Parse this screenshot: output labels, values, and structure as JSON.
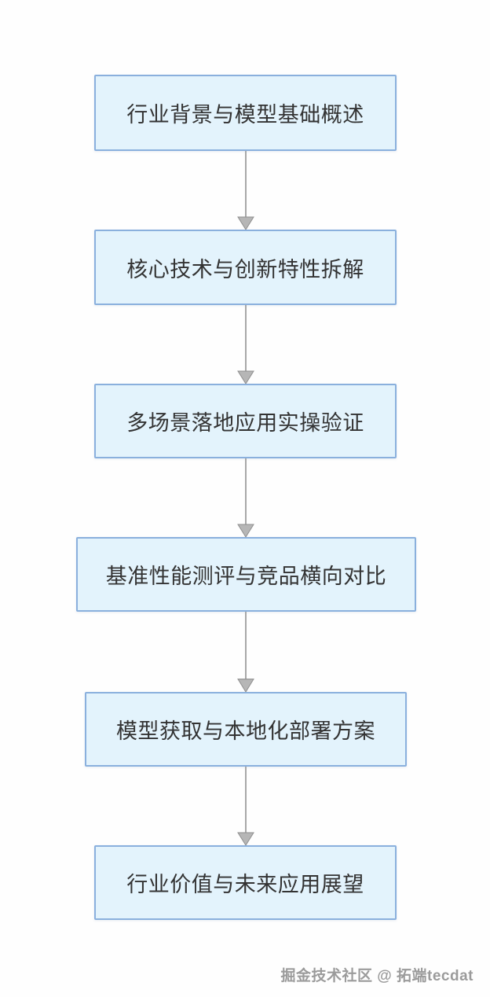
{
  "diagram": {
    "type": "flowchart",
    "direction": "top-down",
    "steps": [
      {
        "label": "行业背景与模型基础概述"
      },
      {
        "label": "核心技术与创新特性拆解"
      },
      {
        "label": "多场景落地应用实操验证"
      },
      {
        "label": "基准性能测评与竞品横向对比"
      },
      {
        "label": "模型获取与本地化部署方案"
      },
      {
        "label": "行业价值与未来应用展望"
      }
    ],
    "connectors": [
      {
        "from": 1,
        "to": 2,
        "style": "arrow-down"
      },
      {
        "from": 2,
        "to": 3,
        "style": "arrow-down"
      },
      {
        "from": 3,
        "to": 4,
        "style": "arrow-down"
      },
      {
        "from": 4,
        "to": 5,
        "style": "arrow-down"
      },
      {
        "from": 5,
        "to": 6,
        "style": "arrow-down"
      }
    ],
    "colors": {
      "box_fill": "#e3f3fc",
      "box_border": "#8ab0dd",
      "box_text": "#333333",
      "arrow_line": "#a8a8a8",
      "arrowhead_fill": "#b6b6b6",
      "arrowhead_stroke": "#8f8f8f",
      "background": "#fefefe",
      "watermark_text": "#9b9b9b"
    }
  },
  "watermark": {
    "text": "掘金技术社区 @ 拓端tecdat"
  }
}
